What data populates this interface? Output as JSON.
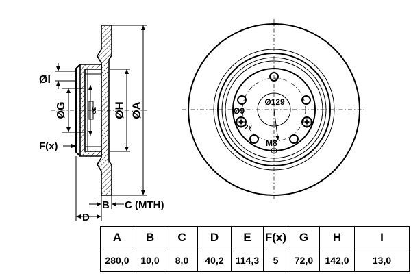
{
  "labels": {
    "dim_i": "ØI",
    "dim_g": "ØG",
    "dim_e": "ØE",
    "dim_h": "ØH",
    "dim_a": "ØA",
    "dim_f": "F(x)",
    "dim_b": "B",
    "dim_c": "C (MTH)",
    "dim_d": "D",
    "bolt_circle": "Ø129",
    "hole_dia": "Ø9",
    "hole_count": "2x",
    "thread": "M8"
  },
  "table": {
    "headers": [
      "A",
      "B",
      "C",
      "D",
      "E",
      "F(x)",
      "G",
      "H",
      "I"
    ],
    "values": [
      "280,0",
      "10,0",
      "8,0",
      "40,2",
      "114,3",
      "5",
      "72,0",
      "142,0",
      "13,0"
    ]
  }
}
